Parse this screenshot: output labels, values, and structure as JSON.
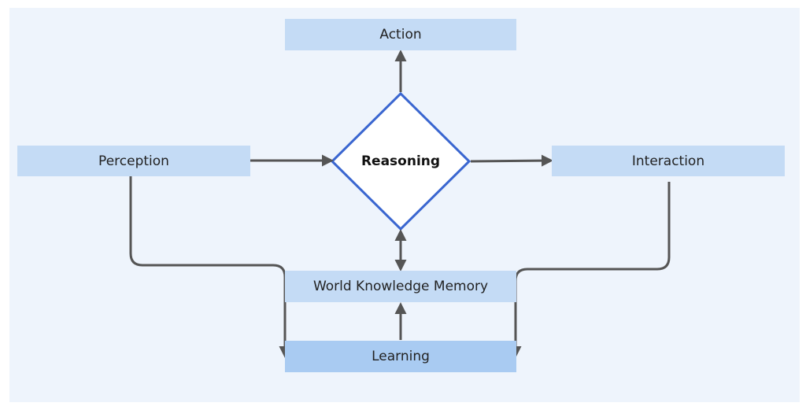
{
  "nodes": {
    "action": "Action",
    "perception": "Perception",
    "reasoning": "Reasoning",
    "interaction": "Interaction",
    "memory": "World Knowledge Memory",
    "learning": "Learning"
  },
  "colors": {
    "background": "#eef4fc",
    "box_fill": "#c4dbf5",
    "learning_fill": "#a9cbf2",
    "diamond_stroke": "#3a66d0",
    "arrow": "#555555"
  }
}
